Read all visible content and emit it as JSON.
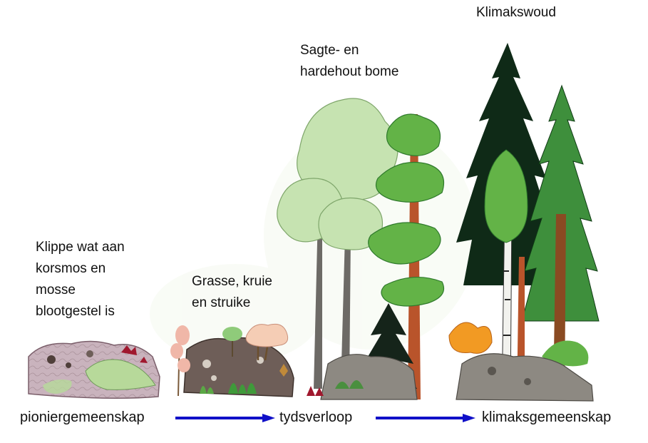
{
  "colors": {
    "arrow": "#1010c8",
    "rock": "#c9b3bd",
    "rock_dark": "#6e5e58",
    "lichen": "#b7d99a",
    "pale_tree": "#c6e3b1",
    "mid_tree": "#63b347",
    "dark_conifer": "#0f2a17",
    "spruce_green": "#3e8f3c",
    "trunk_grey": "#6d6a66",
    "trunk_brown": "#b9542b",
    "birch": "#f2f2ee",
    "shrub_orange": "#f29a23",
    "shrub_pink": "#f0b7a8",
    "red_plant": "#a0182e"
  },
  "stage_labels": {
    "pioneer": [
      "Klippe wat aan",
      "korsmos en",
      "mosse",
      "blootgestel is"
    ],
    "grass": [
      "Grasse, kruie",
      "en struike"
    ],
    "trees": [
      "Sagte- en",
      "hardehout bome"
    ],
    "climax": [
      "Klimakswoud"
    ]
  },
  "axis": {
    "start": "pioniergemeenskap",
    "middle": "tydsverloop",
    "end": "klimaksgemeenskap"
  },
  "icons": [
    "rock-lichen-icon",
    "arrow-right-icon"
  ]
}
